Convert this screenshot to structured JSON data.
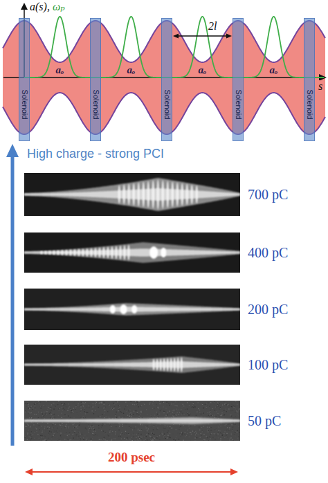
{
  "diagram": {
    "nodes": [
      {
        "text": [
          "Solenoid"
        ]
      },
      {
        "text": [
          "Solenoid"
        ]
      },
      {
        "text": [
          "Solenoid"
        ]
      },
      {
        "text": [
          "Solenoid"
        ]
      },
      {
        "text": [
          "Solenoid"
        ]
      }
    ],
    "labels": [
      "a(s),",
      "ωₚ",
      "aₒ",
      "aₒ",
      "aₒ",
      "aₒ",
      "2l",
      "s",
      "High charge - strong PCI",
      "700 pC",
      "400 pC",
      "200 pC",
      "100 pC",
      "50 pC",
      "200 psec"
    ]
  }
}
